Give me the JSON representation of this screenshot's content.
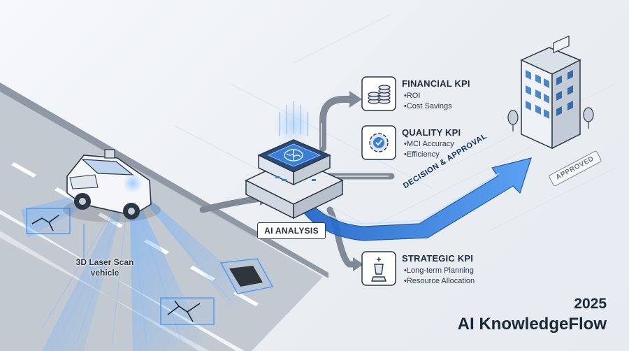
{
  "kpis": {
    "financial": {
      "title": "FINANCIAL KPI",
      "items": [
        "ROI",
        "Cost Savings"
      ]
    },
    "quality": {
      "title": "QUALITY KPI",
      "items": [
        "MCI Accuracy",
        "Efficiency"
      ]
    },
    "strategic": {
      "title": "STRATEGIC KPI",
      "items": [
        "Long-term Planning",
        "Resource Allocation"
      ]
    }
  },
  "processor": {
    "label": "AI ANALYSIS"
  },
  "vehicle": {
    "label_line1": "3D Laser Scan",
    "label_line2": "vehicle"
  },
  "decision_arrow": {
    "label": "DECISION & APPROVAL"
  },
  "stamp": {
    "label": "APPROVED"
  },
  "footer": {
    "year": "2025",
    "title": "AI KnowledgeFlow"
  },
  "icons": {
    "financial": "coins-stack-icon",
    "quality": "gear-check-icon",
    "strategic": "chess-king-icon",
    "processor": "brain-icon",
    "building": "office-building-icon"
  },
  "colors": {
    "accent": "#3b82f6",
    "arrow_gray": "#7f8a96",
    "ink": "#1f2d3d"
  }
}
